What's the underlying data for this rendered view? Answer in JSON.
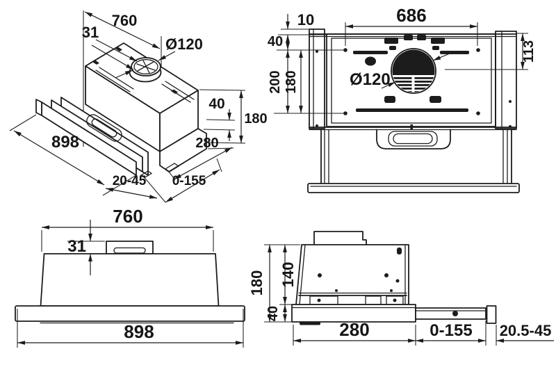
{
  "drawing": {
    "title": "telescopic-range-hood-dimension-drawing",
    "line_color": "#1c1c1c",
    "background": "#ffffff"
  },
  "views": {
    "isometric": {
      "dims": {
        "top_width": "760",
        "collar_height": "31",
        "duct_diameter": "Ø120",
        "lower_height": "40",
        "total_height": "180",
        "total_width": "898",
        "depth": "280",
        "panel_range": "20-45",
        "extension_range": "0-155"
      }
    },
    "top": {
      "dims": {
        "bracket_offset": "10",
        "hole_spacing_width": "686",
        "hole_front_offset": "40",
        "recess_depth": "200",
        "hole_spacing_depth": "180",
        "duct_offset": "113",
        "duct_diameter": "Ø120"
      }
    },
    "front": {
      "dims": {
        "top_width": "760",
        "collar_height": "31",
        "total_width": "898"
      }
    },
    "side": {
      "dims": {
        "total_height": "180",
        "body_height": "140",
        "drawer_height": "40",
        "depth": "280",
        "extension_range": "0-155",
        "panel_range": "20.5-45"
      }
    }
  }
}
